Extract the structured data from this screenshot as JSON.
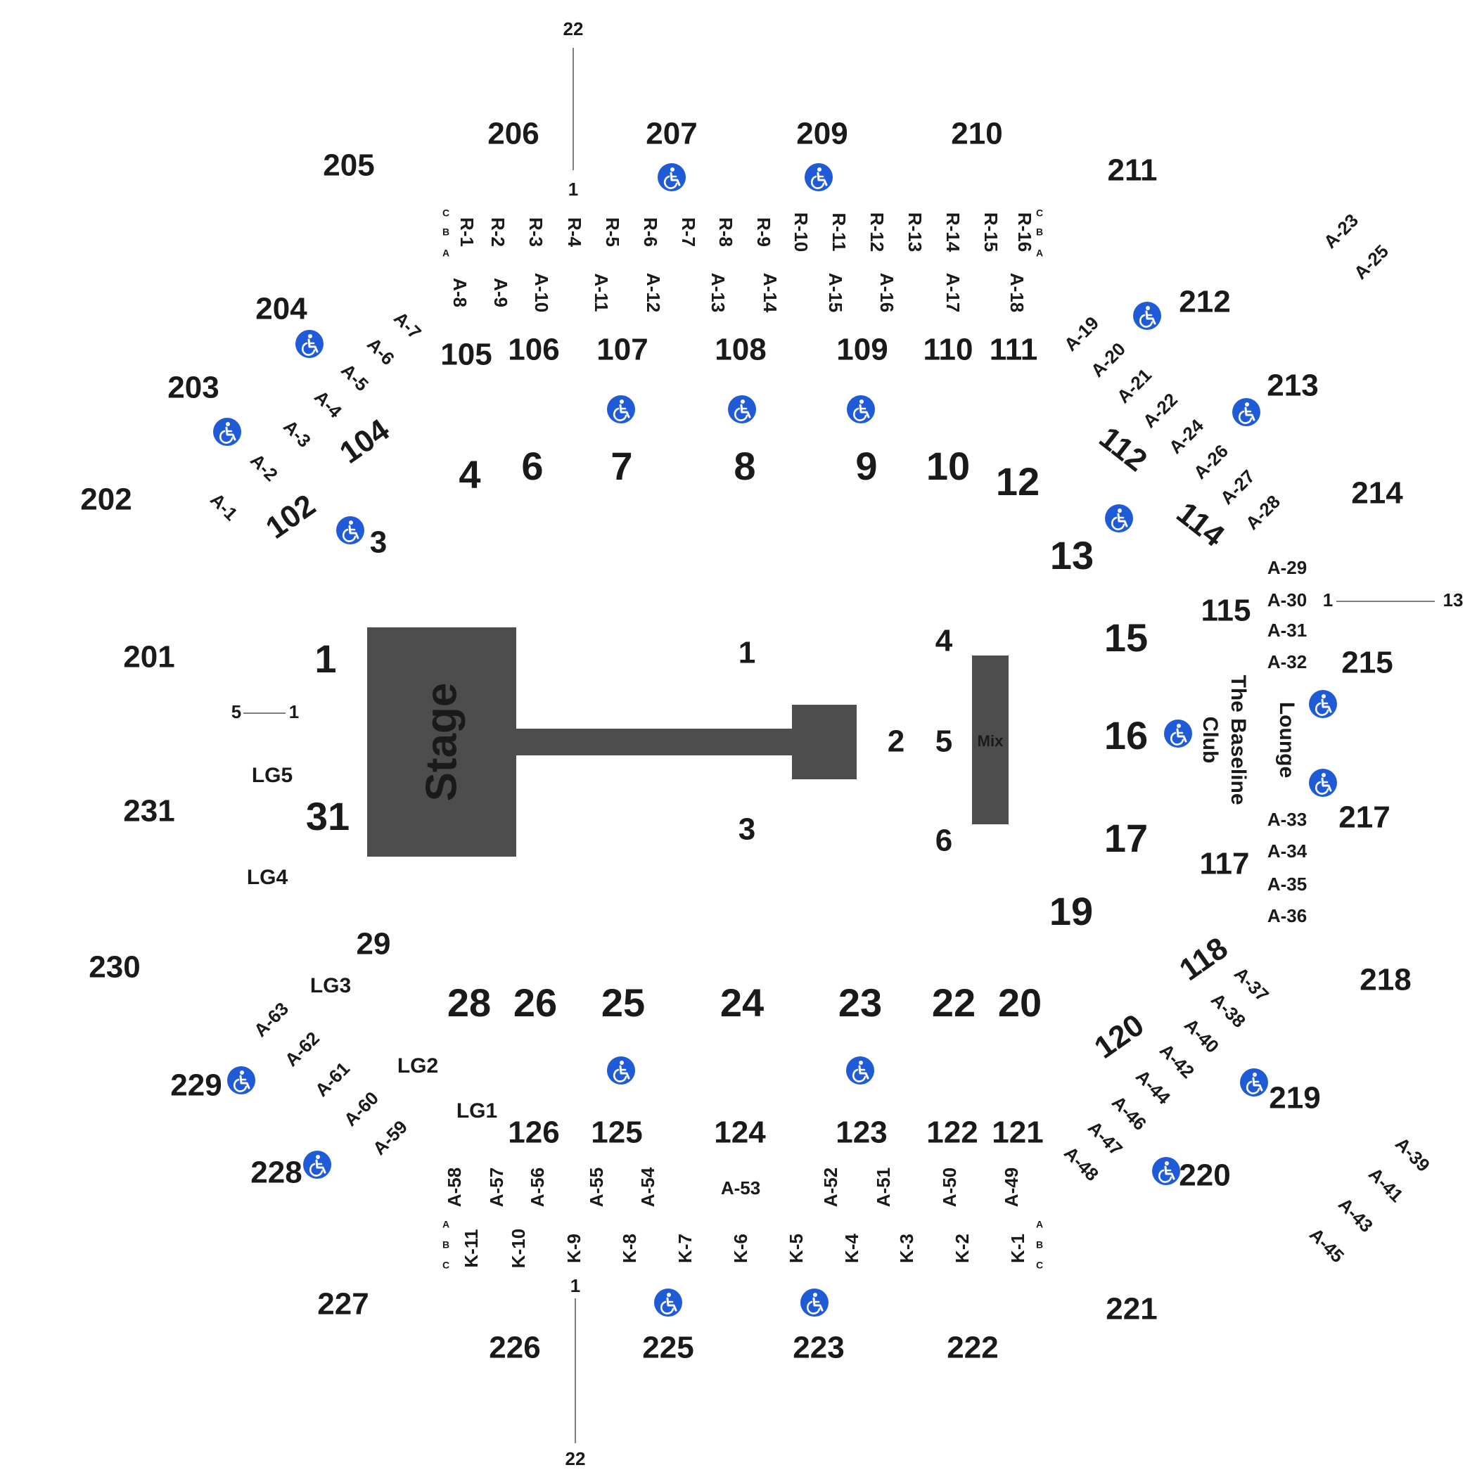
{
  "stage": {
    "label": "Stage",
    "color": "#4d4d4d"
  },
  "mix": {
    "label": "Mix"
  },
  "accessible_icon": {
    "name": "wheelchair-icon",
    "color": "#1f5bd6"
  },
  "sections_200": [
    "206",
    "207",
    "209",
    "210",
    "205",
    "211",
    "204",
    "212",
    "203",
    "213",
    "202",
    "214",
    "201",
    "215",
    "231",
    "217",
    "230",
    "218",
    "229",
    "219",
    "228",
    "220",
    "227",
    "221",
    "226",
    "225",
    "223",
    "222"
  ],
  "sections_100": [
    "105",
    "106",
    "107",
    "108",
    "109",
    "110",
    "111",
    "104",
    "102",
    "112",
    "114",
    "115",
    "117",
    "118",
    "120",
    "126",
    "125",
    "124",
    "123",
    "122",
    "121"
  ],
  "floor_sections": [
    "4",
    "6",
    "7",
    "8",
    "9",
    "10",
    "12",
    "3",
    "13",
    "1",
    "15",
    "16",
    "17",
    "31",
    "19",
    "29",
    "28",
    "26",
    "25",
    "24",
    "23",
    "22",
    "20",
    "1",
    "3",
    "2",
    "4",
    "5",
    "6"
  ],
  "loge_boxes": [
    "LG5",
    "LG4",
    "LG3",
    "LG2",
    "LG1"
  ],
  "lounges": [
    "The Baseline",
    "Club",
    "Lounge"
  ],
  "row_labels_top": [
    "R-1",
    "R-2",
    "R-3",
    "R-4",
    "R-5",
    "R-6",
    "R-7",
    "R-8",
    "R-9",
    "R-10",
    "R-11",
    "R-12",
    "R-13",
    "R-14",
    "R-15",
    "R-16"
  ],
  "row_labels_bottom": [
    "K-11",
    "K-10",
    "K-9",
    "K-8",
    "K-7",
    "K-6",
    "K-5",
    "K-4",
    "K-3",
    "K-2",
    "K-1"
  ],
  "abc": [
    "A",
    "B",
    "C"
  ],
  "aisles_top": [
    "A-8",
    "A-9",
    "A-10",
    "A-11",
    "A-12",
    "A-13",
    "A-14",
    "A-15",
    "A-16",
    "A-17",
    "A-18"
  ],
  "aisles_left_upper": [
    "A-7",
    "A-6",
    "A-5",
    "A-4",
    "A-3",
    "A-2",
    "A-1"
  ],
  "aisles_right_upper": [
    "A-19",
    "A-20",
    "A-21",
    "A-22",
    "A-24",
    "A-26",
    "A-27",
    "A-28",
    "A-23",
    "A-25"
  ],
  "aisles_right_mid": [
    "A-29",
    "A-30",
    "A-31",
    "A-32",
    "A-33",
    "A-34",
    "A-35",
    "A-36"
  ],
  "aisles_right_lower": [
    "A-37",
    "A-38",
    "A-40",
    "A-42",
    "A-44",
    "A-46",
    "A-47",
    "A-48",
    "A-39",
    "A-41",
    "A-43",
    "A-45"
  ],
  "aisles_left_lower": [
    "A-63",
    "A-62",
    "A-61",
    "A-60",
    "A-59"
  ],
  "aisles_bottom": [
    "A-58",
    "A-57",
    "A-56",
    "A-55",
    "A-54",
    "A-53",
    "A-52",
    "A-51",
    "A-50",
    "A-49"
  ],
  "seat_refs": [
    "22",
    "1",
    "1",
    "13",
    "5",
    "1",
    "1",
    "22"
  ]
}
